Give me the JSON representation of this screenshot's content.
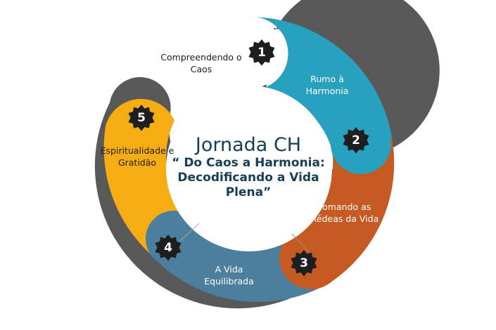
{
  "title": "Jornada CH",
  "subtitle": "“ Do Caos a Harmonia: Decodificando a Vida Plena”",
  "steps": [
    {
      "number": "1",
      "label": "Compreendendo o Caos"
    },
    {
      "number": "2",
      "label": "Rumo à Harmonia",
      "color": "#28a1bf"
    },
    {
      "number": "3",
      "label": "Tomando as Rédeas da Vida",
      "color": "#c65a23"
    },
    {
      "number": "4",
      "label": "A Vida Equilibrada",
      "color": "#4b7f9d"
    },
    {
      "number": "5",
      "label": "Espiritualidade e Gratidão",
      "color": "#f6ad14"
    }
  ],
  "badge_color": "#1e1e1e"
}
